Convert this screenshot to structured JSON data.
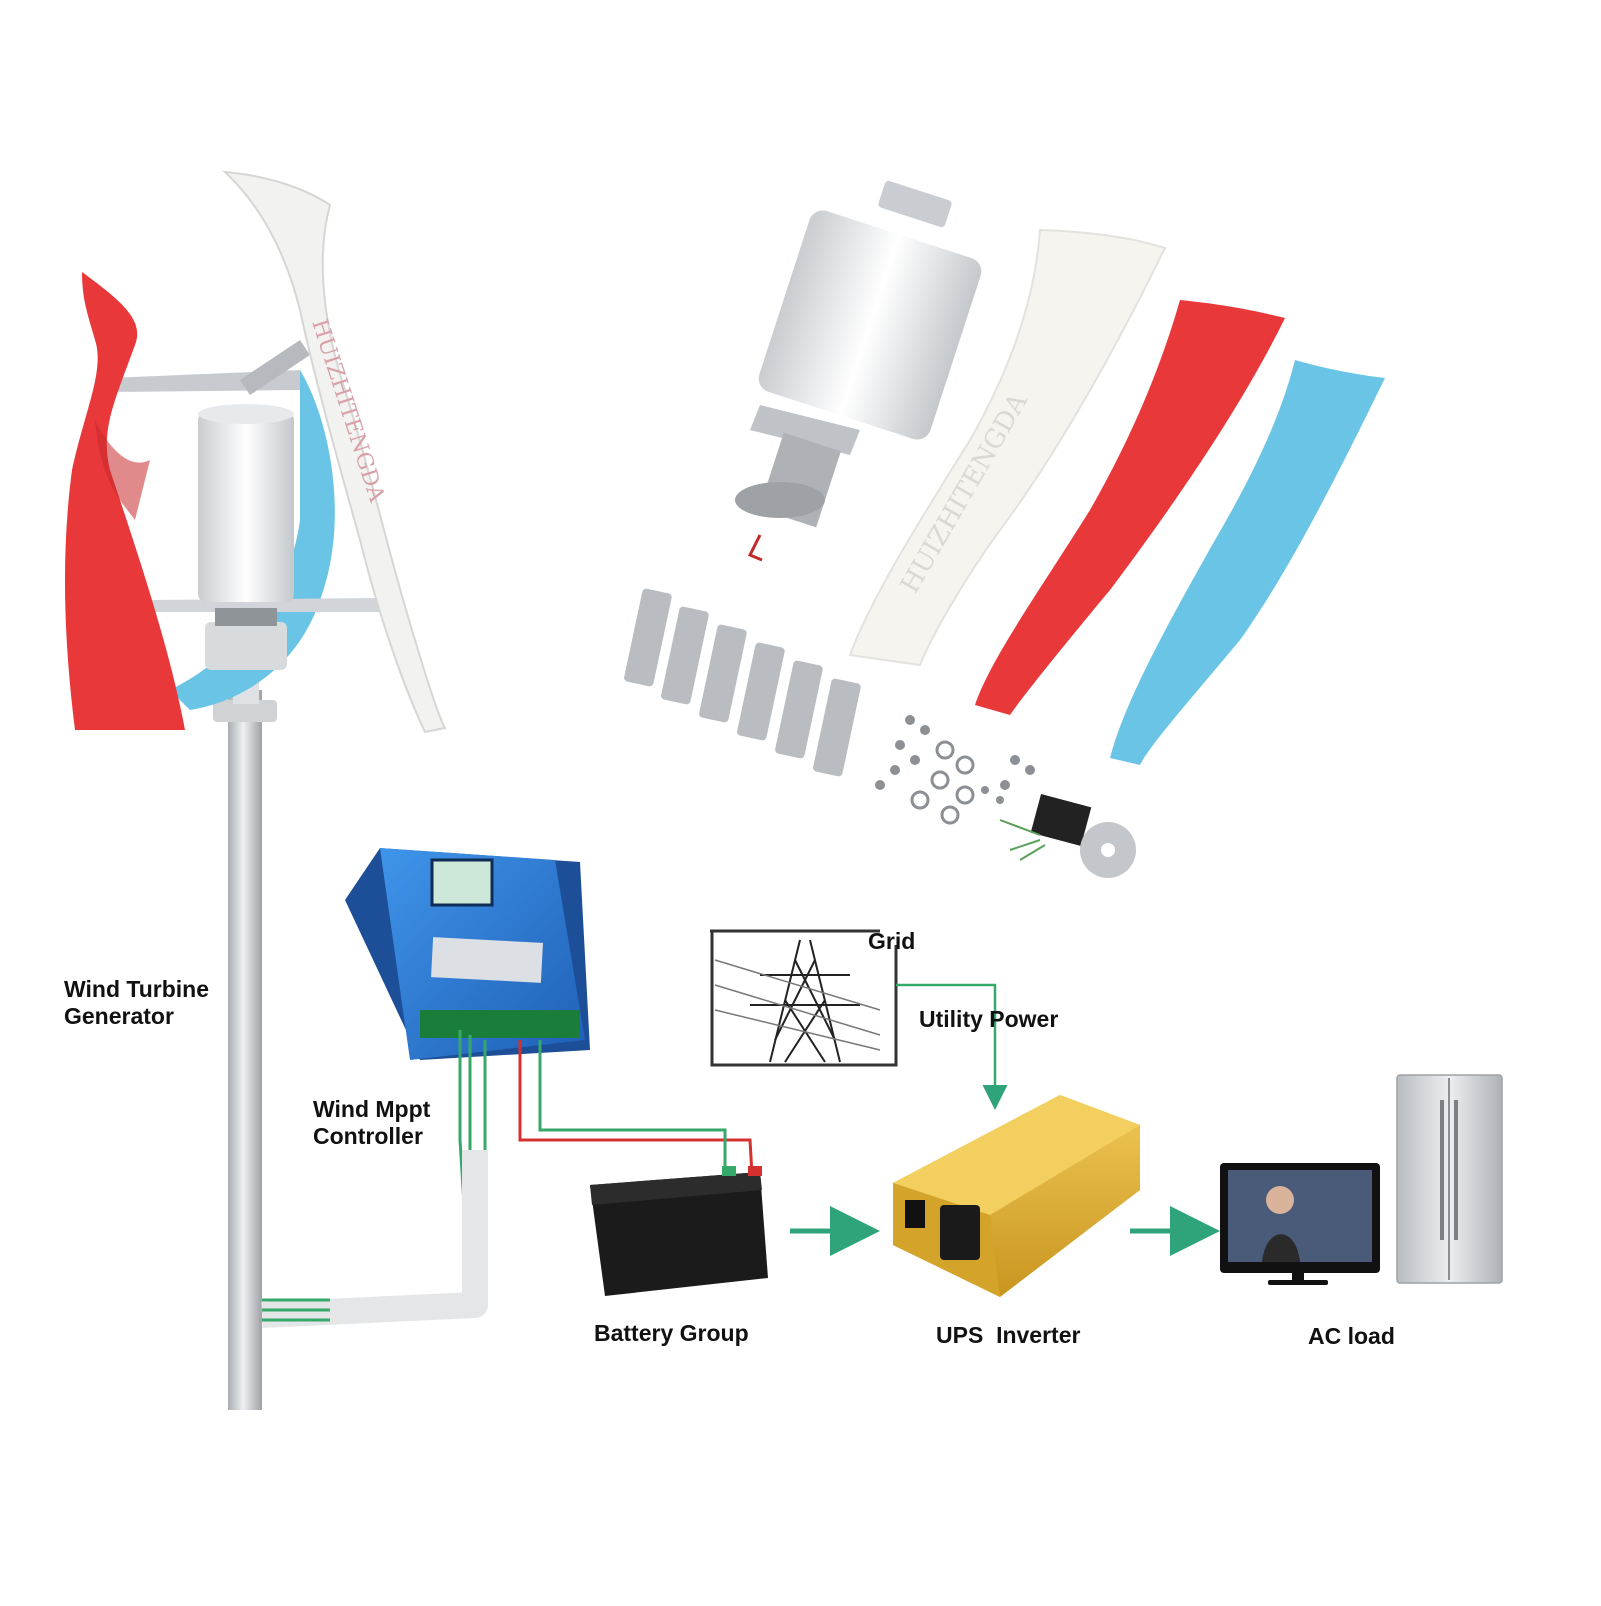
{
  "labels": {
    "turbine_line1": "Wind Turbine",
    "turbine_line2": "Generator",
    "controller_line1": "Wind Mppt",
    "controller_line2": "Controller",
    "grid": "Grid",
    "utility": "Utility Power",
    "battery": "Battery Group",
    "inverter": "UPS  Inverter",
    "ac_load": "AC load"
  },
  "brand_text": "HUIZHITENGDA",
  "colors": {
    "blade_red": "#e8383a",
    "blade_blue": "#6ac4e6",
    "blade_white": "#f2f2f0",
    "flow_arrow": "#2fa37a",
    "wire_green": "#35a86a",
    "wire_red": "#d43030",
    "controller_blue": "#2d7fd8",
    "inverter_gold": "#e3b53a",
    "battery_black": "#1b1b1b"
  }
}
